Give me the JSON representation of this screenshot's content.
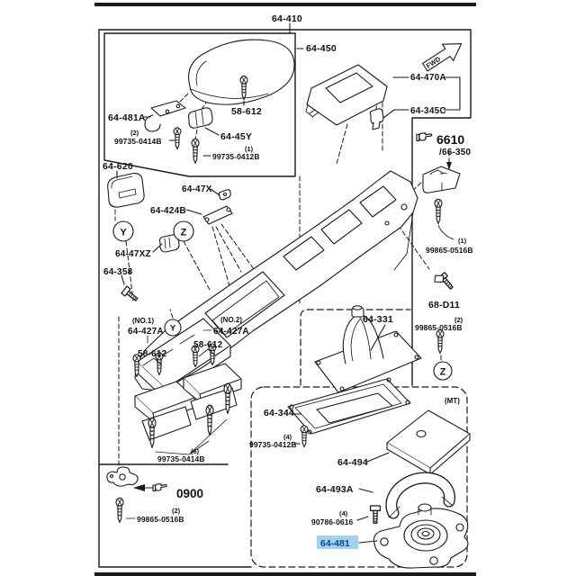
{
  "labels": {
    "title": "64-410",
    "p64450": "64-450",
    "fwd": "FWD",
    "p64470A": "64-470A",
    "p64345C": "64-345C",
    "p6610": "6610",
    "p66350": "/66-350",
    "q1r": "(1)",
    "s99865r1": "99865-0516B",
    "p68D11": "68-D11",
    "q2r": "(2)",
    "s99865r2": "99865-0516B",
    "zr": "Z",
    "mt": "(MT)",
    "p64331": "64-331",
    "p64344": "64-344",
    "q4m": "(4)",
    "s99735m": "99735-0412B",
    "p64494": "64-494",
    "p64493A": "64-493A",
    "q4b": "(4)",
    "s90786": "90786-0616",
    "p64481": "64-481",
    "p64481A": "64-481A",
    "q2a": "(2)",
    "s99735a": "99735-0414B",
    "p58612a": "58-612",
    "p6445Y": "64-45Y",
    "q1a": "(1)",
    "s99735b": "99735-0412B",
    "p64620": "64-620",
    "yl": "Y",
    "zl": "Z",
    "p6447X": "64-47X",
    "p64424B": "64-424B",
    "p6447XZ": "64-47XZ",
    "p64358": "64-358",
    "no1": "(NO.1)",
    "p64427A1": "64-427A",
    "p58612n1": "58-612",
    "ym": "Y",
    "no2": "(NO.2)",
    "p64427A2": "64-427A",
    "p58612n2": "58-612",
    "q6": "(6)",
    "s99735c": "99735-0414B",
    "p0900": "0900",
    "q2bl": "(2)",
    "s99865bl": "99865-0516B"
  },
  "highlight": {
    "part": "64-481",
    "bg": "#9fd3ef",
    "fg": "#17418f"
  }
}
